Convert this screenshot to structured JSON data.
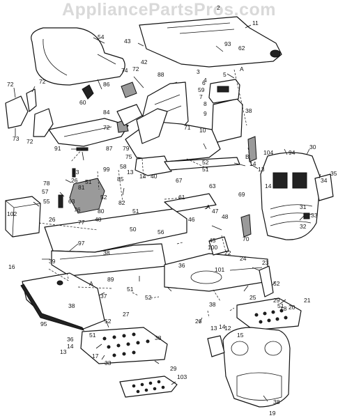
{
  "watermark": "AppliancePartsPros.com",
  "page_number": "19",
  "callouts": [
    {
      "id": "c2",
      "text": "2"
    },
    {
      "id": "c11",
      "text": "11"
    },
    {
      "id": "c54",
      "text": "54"
    },
    {
      "id": "c43",
      "text": "43"
    },
    {
      "id": "c42",
      "text": "42"
    },
    {
      "id": "c93",
      "text": "93"
    },
    {
      "id": "c62",
      "text": "62"
    },
    {
      "id": "c3",
      "text": "3"
    },
    {
      "id": "c5",
      "text": "5"
    },
    {
      "id": "cA1",
      "text": "A"
    },
    {
      "id": "c4",
      "text": "4"
    },
    {
      "id": "c74",
      "text": "74"
    },
    {
      "id": "c72a",
      "text": "72"
    },
    {
      "id": "c88",
      "text": "88"
    },
    {
      "id": "c6",
      "text": "6"
    },
    {
      "id": "c59",
      "text": "59"
    },
    {
      "id": "c7",
      "text": "7"
    },
    {
      "id": "c72b",
      "text": "72"
    },
    {
      "id": "c72c",
      "text": "72"
    },
    {
      "id": "c86",
      "text": "86"
    },
    {
      "id": "c60",
      "text": "60"
    },
    {
      "id": "c8",
      "text": "8"
    },
    {
      "id": "c9",
      "text": "9"
    },
    {
      "id": "c38a",
      "text": "38"
    },
    {
      "id": "c73",
      "text": "73"
    },
    {
      "id": "c72d",
      "text": "72"
    },
    {
      "id": "c84",
      "text": "84"
    },
    {
      "id": "c71",
      "text": "71"
    },
    {
      "id": "c10",
      "text": "10"
    },
    {
      "id": "c72e",
      "text": "72"
    },
    {
      "id": "c87",
      "text": "87"
    },
    {
      "id": "c79",
      "text": "79"
    },
    {
      "id": "c104",
      "text": "104"
    },
    {
      "id": "c94",
      "text": "94"
    },
    {
      "id": "c30",
      "text": "30"
    },
    {
      "id": "c91",
      "text": "91"
    },
    {
      "id": "c75",
      "text": "75"
    },
    {
      "id": "cB",
      "text": "B"
    },
    {
      "id": "c52a",
      "text": "52"
    },
    {
      "id": "c58",
      "text": "58"
    },
    {
      "id": "c51a",
      "text": "51"
    },
    {
      "id": "c14a",
      "text": "14"
    },
    {
      "id": "c13a",
      "text": "13"
    },
    {
      "id": "c13b",
      "text": "13"
    },
    {
      "id": "c14b",
      "text": "14"
    },
    {
      "id": "c40",
      "text": "40"
    },
    {
      "id": "c67",
      "text": "67"
    },
    {
      "id": "c99",
      "text": "99"
    },
    {
      "id": "c83",
      "text": "83"
    },
    {
      "id": "c78",
      "text": "78"
    },
    {
      "id": "c26a",
      "text": "26"
    },
    {
      "id": "c51b",
      "text": "51"
    },
    {
      "id": "c85",
      "text": "85"
    },
    {
      "id": "c57",
      "text": "57"
    },
    {
      "id": "c81",
      "text": "81"
    },
    {
      "id": "c63a",
      "text": "63"
    },
    {
      "id": "c14c",
      "text": "14"
    },
    {
      "id": "c69",
      "text": "69"
    },
    {
      "id": "c34",
      "text": "34"
    },
    {
      "id": "c35",
      "text": "35"
    },
    {
      "id": "c55",
      "text": "55"
    },
    {
      "id": "c63b",
      "text": "63"
    },
    {
      "id": "c52b",
      "text": "52"
    },
    {
      "id": "c82",
      "text": "82"
    },
    {
      "id": "c61",
      "text": "61"
    },
    {
      "id": "c102",
      "text": "102"
    },
    {
      "id": "c76",
      "text": "76"
    },
    {
      "id": "c80",
      "text": "80"
    },
    {
      "id": "cA2",
      "text": "A"
    },
    {
      "id": "c31",
      "text": "31"
    },
    {
      "id": "c33a",
      "text": "33"
    },
    {
      "id": "c32",
      "text": "32"
    },
    {
      "id": "c26b",
      "text": "26"
    },
    {
      "id": "c77",
      "text": "77"
    },
    {
      "id": "c48a",
      "text": "48"
    },
    {
      "id": "c51c",
      "text": "51"
    },
    {
      "id": "c47",
      "text": "47"
    },
    {
      "id": "c48b",
      "text": "48"
    },
    {
      "id": "c46",
      "text": "46"
    },
    {
      "id": "c50",
      "text": "50"
    },
    {
      "id": "c56",
      "text": "56"
    },
    {
      "id": "c70",
      "text": "70"
    },
    {
      "id": "c97",
      "text": "97"
    },
    {
      "id": "c45",
      "text": "45"
    },
    {
      "id": "c100",
      "text": "100"
    },
    {
      "id": "c16",
      "text": "16"
    },
    {
      "id": "c39",
      "text": "39"
    },
    {
      "id": "c38b",
      "text": "38"
    },
    {
      "id": "c22",
      "text": "22"
    },
    {
      "id": "c24",
      "text": "24"
    },
    {
      "id": "c101",
      "text": "101"
    },
    {
      "id": "c36a",
      "text": "36"
    },
    {
      "id": "c23",
      "text": "23"
    },
    {
      "id": "c89",
      "text": "89"
    },
    {
      "id": "cA3",
      "text": "A"
    },
    {
      "id": "c52c",
      "text": "52"
    },
    {
      "id": "c38c",
      "text": "38"
    },
    {
      "id": "c37",
      "text": "37"
    },
    {
      "id": "c51d",
      "text": "51"
    },
    {
      "id": "c52d",
      "text": "52"
    },
    {
      "id": "c25",
      "text": "25"
    },
    {
      "id": "c38d",
      "text": "38"
    },
    {
      "id": "c29a",
      "text": "29"
    },
    {
      "id": "c51e",
      "text": "51"
    },
    {
      "id": "c21",
      "text": "21"
    },
    {
      "id": "c18",
      "text": "18"
    },
    {
      "id": "c20",
      "text": "20"
    },
    {
      "id": "c95",
      "text": "95"
    },
    {
      "id": "c27",
      "text": "27"
    },
    {
      "id": "c26c",
      "text": "26"
    },
    {
      "id": "c52e",
      "text": "52"
    },
    {
      "id": "c13c",
      "text": "13"
    },
    {
      "id": "c14d",
      "text": "14"
    },
    {
      "id": "c12",
      "text": "12"
    },
    {
      "id": "c15",
      "text": "15"
    },
    {
      "id": "c36b",
      "text": "36"
    },
    {
      "id": "c51f",
      "text": "51"
    },
    {
      "id": "c14e",
      "text": "14"
    },
    {
      "id": "c13d",
      "text": "13"
    },
    {
      "id": "c38e",
      "text": "38"
    },
    {
      "id": "c17",
      "text": "17"
    },
    {
      "id": "c33b",
      "text": "33"
    },
    {
      "id": "c29b",
      "text": "29"
    },
    {
      "id": "c103",
      "text": "103"
    },
    {
      "id": "c38f",
      "text": "38"
    }
  ]
}
